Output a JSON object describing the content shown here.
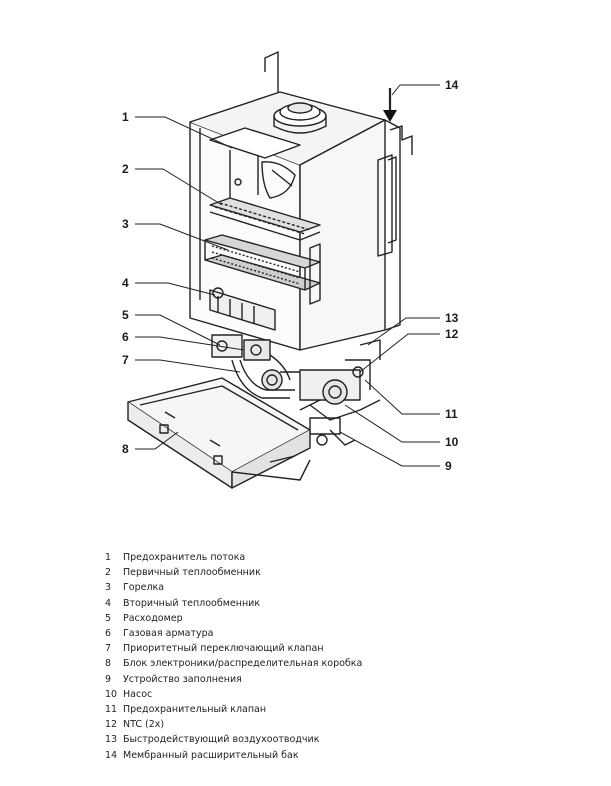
{
  "diagram": {
    "callouts": [
      "1",
      "2",
      "3",
      "4",
      "5",
      "6",
      "7",
      "8",
      "9",
      "10",
      "11",
      "12",
      "13",
      "14"
    ]
  },
  "legend": [
    {
      "num": "1",
      "text": "Предохранитель потока"
    },
    {
      "num": "2",
      "text": "Первичный теплообменник"
    },
    {
      "num": "3",
      "text": "Горелка"
    },
    {
      "num": "4",
      "text": "Вторичный теплообменник"
    },
    {
      "num": "5",
      "text": "Расходомер"
    },
    {
      "num": "6",
      "text": "Газовая арматура"
    },
    {
      "num": "7",
      "text": "Приоритетный переключающий клапан"
    },
    {
      "num": "8",
      "text": "Блок электроники/распределительная коробка"
    },
    {
      "num": "9",
      "text": "Устройство заполнения"
    },
    {
      "num": "10",
      "text": "Насос"
    },
    {
      "num": "11",
      "text": "Предохранительный клапан"
    },
    {
      "num": "12",
      "text": "NTC (2х)"
    },
    {
      "num": "13",
      "text": "Быстродействующий воздухоотводчик"
    },
    {
      "num": "14",
      "text": "Мембранный расширительный бак"
    }
  ]
}
